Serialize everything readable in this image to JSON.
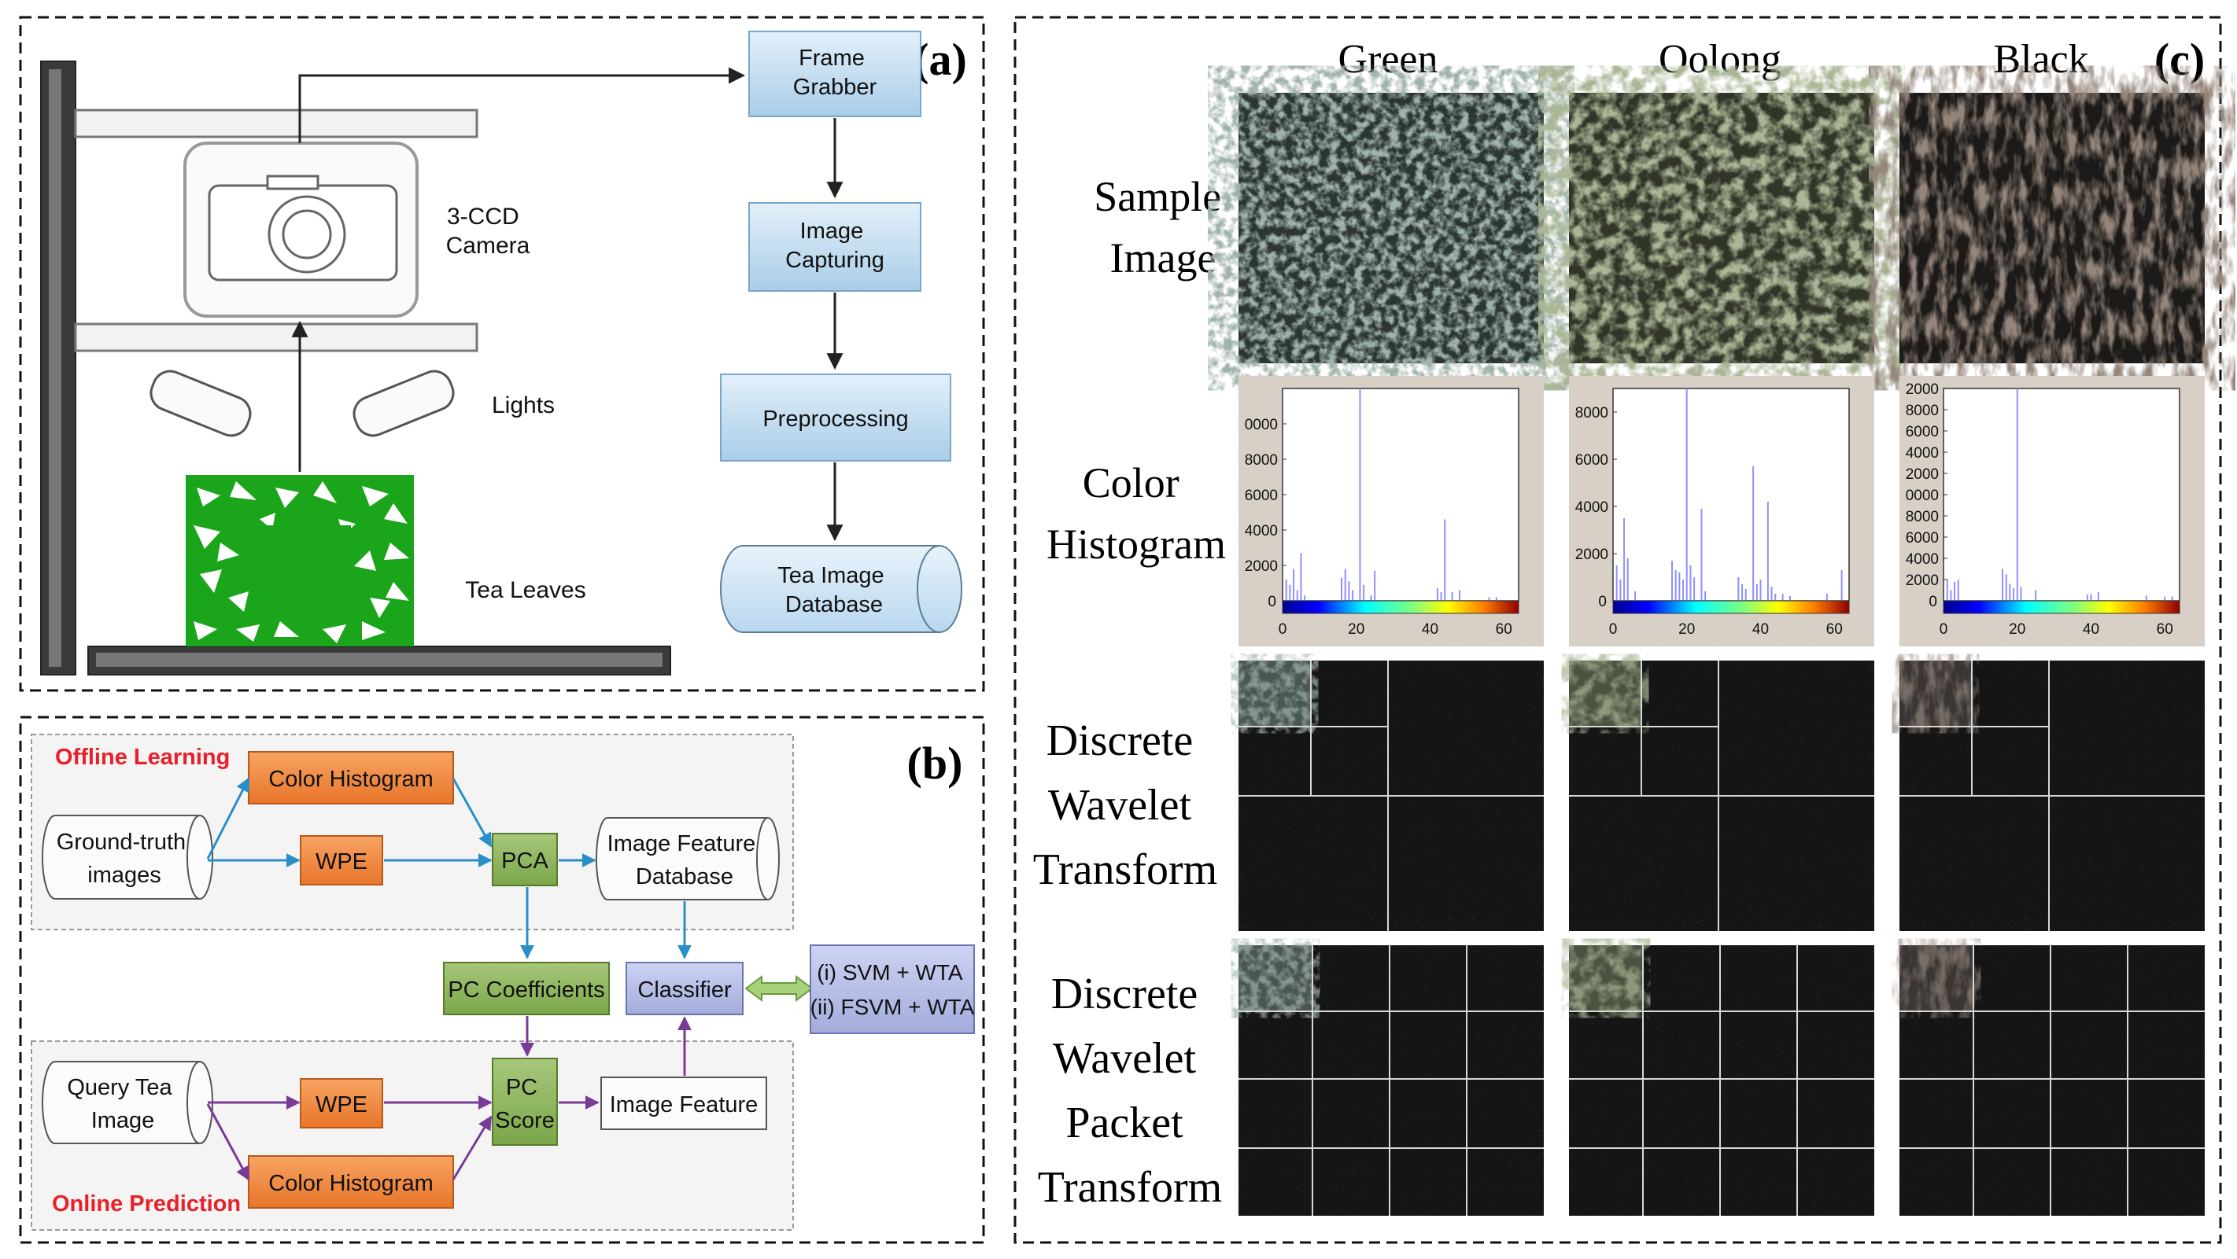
{
  "panel_a": {
    "label": "(a)",
    "camera_label": [
      "3-CCD",
      "Camera"
    ],
    "lights_label": "Lights",
    "tea_leaves_label": "Tea Leaves",
    "flow": {
      "frame_grabber": [
        "Frame",
        "Grabber"
      ],
      "image_capturing": [
        "Image",
        "Capturing"
      ],
      "preprocessing": "Preprocessing",
      "database": [
        "Tea Image",
        "Database"
      ]
    }
  },
  "panel_b": {
    "label": "(b)",
    "offline_title": "Offline Learning",
    "online_title": "Online Prediction",
    "ground_truth": [
      "Ground-truth",
      "images"
    ],
    "color_histogram_top": "Color Histogram",
    "wpe_top": "WPE",
    "pca": "PCA",
    "feature_db": [
      "Image Feature",
      "Database"
    ],
    "pc_coefficients": "PC Coefficients",
    "classifier": "Classifier",
    "classifier_options": [
      "(i) SVM + WTA",
      "(ii) FSVM + WTA"
    ],
    "query": [
      "Query Tea",
      "Image"
    ],
    "wpe_bottom": "WPE",
    "pc_score": [
      "PC",
      "Score"
    ],
    "image_feature": "Image Feature",
    "color_histogram_bottom": "Color Histogram"
  },
  "panel_c": {
    "label": "(c)",
    "columns": [
      "Green",
      "Oolong",
      "Black"
    ],
    "rows": {
      "sample": [
        "Sample",
        "Image"
      ],
      "hist": [
        "Color",
        "Histogram"
      ],
      "dwt": [
        "Discrete",
        "Wavelet",
        "Transform"
      ],
      "dwpt": [
        "Discrete",
        "Wavelet",
        "Packet",
        "Transform"
      ]
    },
    "hist_x_ticks": [
      "0",
      "20",
      "40",
      "60"
    ]
  },
  "colors": {
    "orange": "#f28a3c",
    "green_box": "#8cb45a",
    "blue_box": "#b4bce6",
    "flow_box": "#c6dff1",
    "offline_red": "#e8202a",
    "arrow_blue": "#2a8fc8",
    "arrow_purple": "#7a3a98",
    "leaf_green": "#1aa51a"
  },
  "chart_data": [
    {
      "type": "bar",
      "series_label": "Green",
      "xlim": [
        0,
        64
      ],
      "ylim": [
        0,
        12000
      ],
      "x_ticks": [
        0,
        20,
        40,
        60
      ],
      "y_ticks": [
        2000,
        4000,
        6000,
        8000,
        10000
      ],
      "y_tick_labels": [
        "2000",
        "4000",
        "6000",
        "8000",
        "0000"
      ],
      "x": [
        1,
        2,
        3,
        4,
        5,
        6,
        16,
        17,
        18,
        19,
        21,
        22,
        24,
        25,
        42,
        43,
        44,
        46,
        48,
        56,
        58
      ],
      "values": [
        1200,
        900,
        1800,
        600,
        2700,
        300,
        1300,
        1800,
        1100,
        600,
        12000,
        900,
        300,
        1700,
        700,
        500,
        4600,
        500,
        600,
        200,
        200
      ]
    },
    {
      "type": "bar",
      "series_label": "Oolong",
      "xlim": [
        0,
        64
      ],
      "ylim": [
        0,
        9000
      ],
      "x_ticks": [
        0,
        20,
        40,
        60
      ],
      "y_ticks": [
        2000,
        4000,
        6000,
        8000
      ],
      "y_tick_labels": [
        "2000",
        "4000",
        "6000",
        "8000"
      ],
      "x": [
        1,
        2,
        3,
        4,
        6,
        16,
        17,
        18,
        19,
        20,
        21,
        22,
        24,
        25,
        34,
        35,
        36,
        38,
        39,
        40,
        42,
        43,
        44,
        46,
        48,
        58,
        62
      ],
      "values": [
        1500,
        900,
        3500,
        1800,
        400,
        1700,
        1300,
        1200,
        900,
        9000,
        1500,
        1000,
        3900,
        400,
        1000,
        700,
        500,
        5700,
        700,
        900,
        4200,
        600,
        300,
        300,
        200,
        300,
        1300
      ]
    },
    {
      "type": "bar",
      "series_label": "Black",
      "xlim": [
        0,
        64
      ],
      "ylim": [
        0,
        2000
      ],
      "x_ticks": [
        0,
        20,
        40,
        60
      ],
      "y_ticks": [
        200,
        400,
        600,
        800,
        1000,
        1200,
        1400,
        1600,
        1800,
        2000
      ],
      "y_tick_labels": [
        "2000",
        "4000",
        "6000",
        "8000",
        "0000",
        "2000",
        "4000",
        "6000",
        "8000",
        "2000"
      ],
      "x": [
        1,
        2,
        3,
        4,
        16,
        17,
        18,
        19,
        20,
        21,
        25,
        39,
        40,
        42,
        55,
        60,
        62
      ],
      "values": [
        200,
        100,
        180,
        200,
        300,
        250,
        160,
        120,
        2000,
        130,
        100,
        60,
        60,
        80,
        50,
        40,
        40
      ]
    }
  ]
}
